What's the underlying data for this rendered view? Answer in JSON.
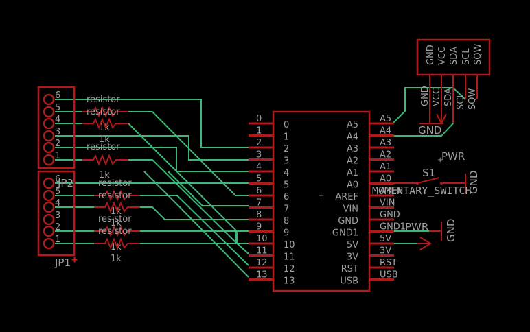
{
  "schematic": {
    "jp_top": {
      "name": "JP2",
      "pins": [
        "6",
        "5",
        "4",
        "3",
        "2",
        "1"
      ]
    },
    "jp_bottom": {
      "name": "JP1",
      "pins": [
        "6",
        "5",
        "4",
        "3",
        "2",
        "1"
      ]
    },
    "resistors": [
      {
        "name": "resistor",
        "value": "1k"
      },
      {
        "name": "resistor",
        "value": "1k"
      },
      {
        "name": "resistor",
        "value": "1k"
      },
      {
        "name": "resistor",
        "value": "1k"
      },
      {
        "name": "resistor",
        "value": "1k"
      },
      {
        "name": "resistor",
        "value": "1k"
      },
      {
        "name": "resistor",
        "value": "1k"
      }
    ],
    "mcu": {
      "left_pins": [
        "0",
        "1",
        "2",
        "3",
        "4",
        "5",
        "6",
        "7",
        "8",
        "9",
        "10",
        "11",
        "12",
        "13"
      ],
      "right_pins": [
        "A5",
        "A4",
        "A3",
        "A2",
        "A1",
        "A0",
        "AREF",
        "VIN",
        "GND",
        "GND1",
        "5V",
        "3V",
        "RST",
        "USB"
      ],
      "right_outside": [
        "A5",
        "A4",
        "A3",
        "A2",
        "A1",
        "A0",
        "AREF",
        "VIN",
        "GND",
        "GND1",
        "5V",
        "3V",
        "RST",
        "USB"
      ]
    },
    "rtc": {
      "pins": [
        "GND",
        "VCC",
        "SDA",
        "SCL",
        "SQW"
      ],
      "pin_labels": [
        "GND",
        "VCC",
        "SDA",
        "SCL",
        "SQW"
      ]
    },
    "switch": {
      "name": "S1",
      "value": "MOMENTARY_SWITCH"
    },
    "supply": {
      "gnd1": "GND",
      "gnd2": "GND",
      "gnd3": "GND",
      "pwr1": "PWR",
      "pwr2": "PWR"
    },
    "colors": {
      "background": "#000000",
      "part": "#b01a1a",
      "wire": "#3cb878",
      "text": "#a0a0a0"
    }
  }
}
